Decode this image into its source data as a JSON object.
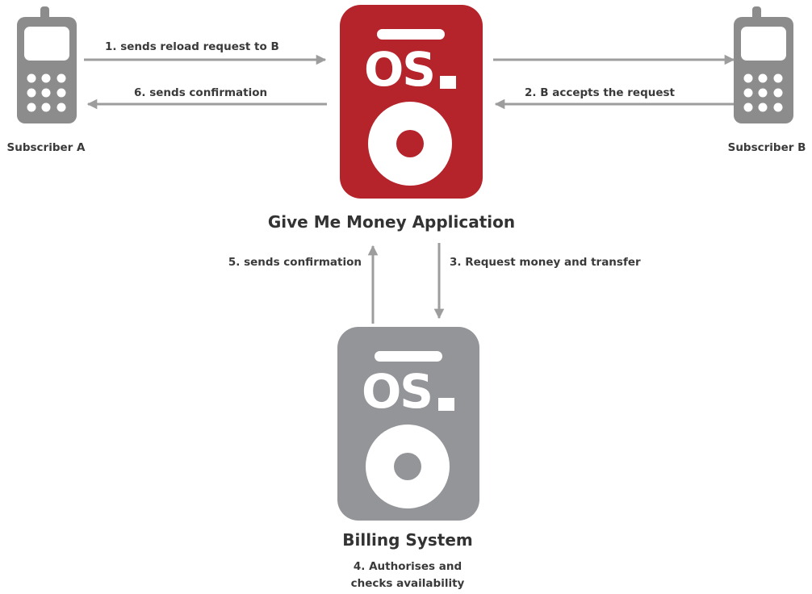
{
  "nodes": {
    "subscriber_a": {
      "label": "Subscriber A",
      "icon": "mobile-phone-icon"
    },
    "subscriber_b": {
      "label": "Subscriber B",
      "icon": "mobile-phone-icon"
    },
    "app": {
      "label": "Give Me Money Application",
      "logo_text": "OS",
      "color": "#b5232b",
      "icon": "os-device-logo-icon"
    },
    "billing": {
      "label": "Billing System",
      "logo_text": "OS",
      "color": "#939598",
      "icon": "os-device-logo-icon",
      "note_line1": "4. Authorises and",
      "note_line2": "checks availability"
    }
  },
  "arrows": {
    "step1": "1. sends reload request to B",
    "step2": "2. B accepts the request",
    "step3": "3. Request money and transfer",
    "step5": "5. sends confirmation",
    "step6": "6. sends confirmation"
  },
  "colors": {
    "arrow": "#9d9d9d",
    "phone": "#8c8c8c",
    "text": "#3a3a3a"
  }
}
